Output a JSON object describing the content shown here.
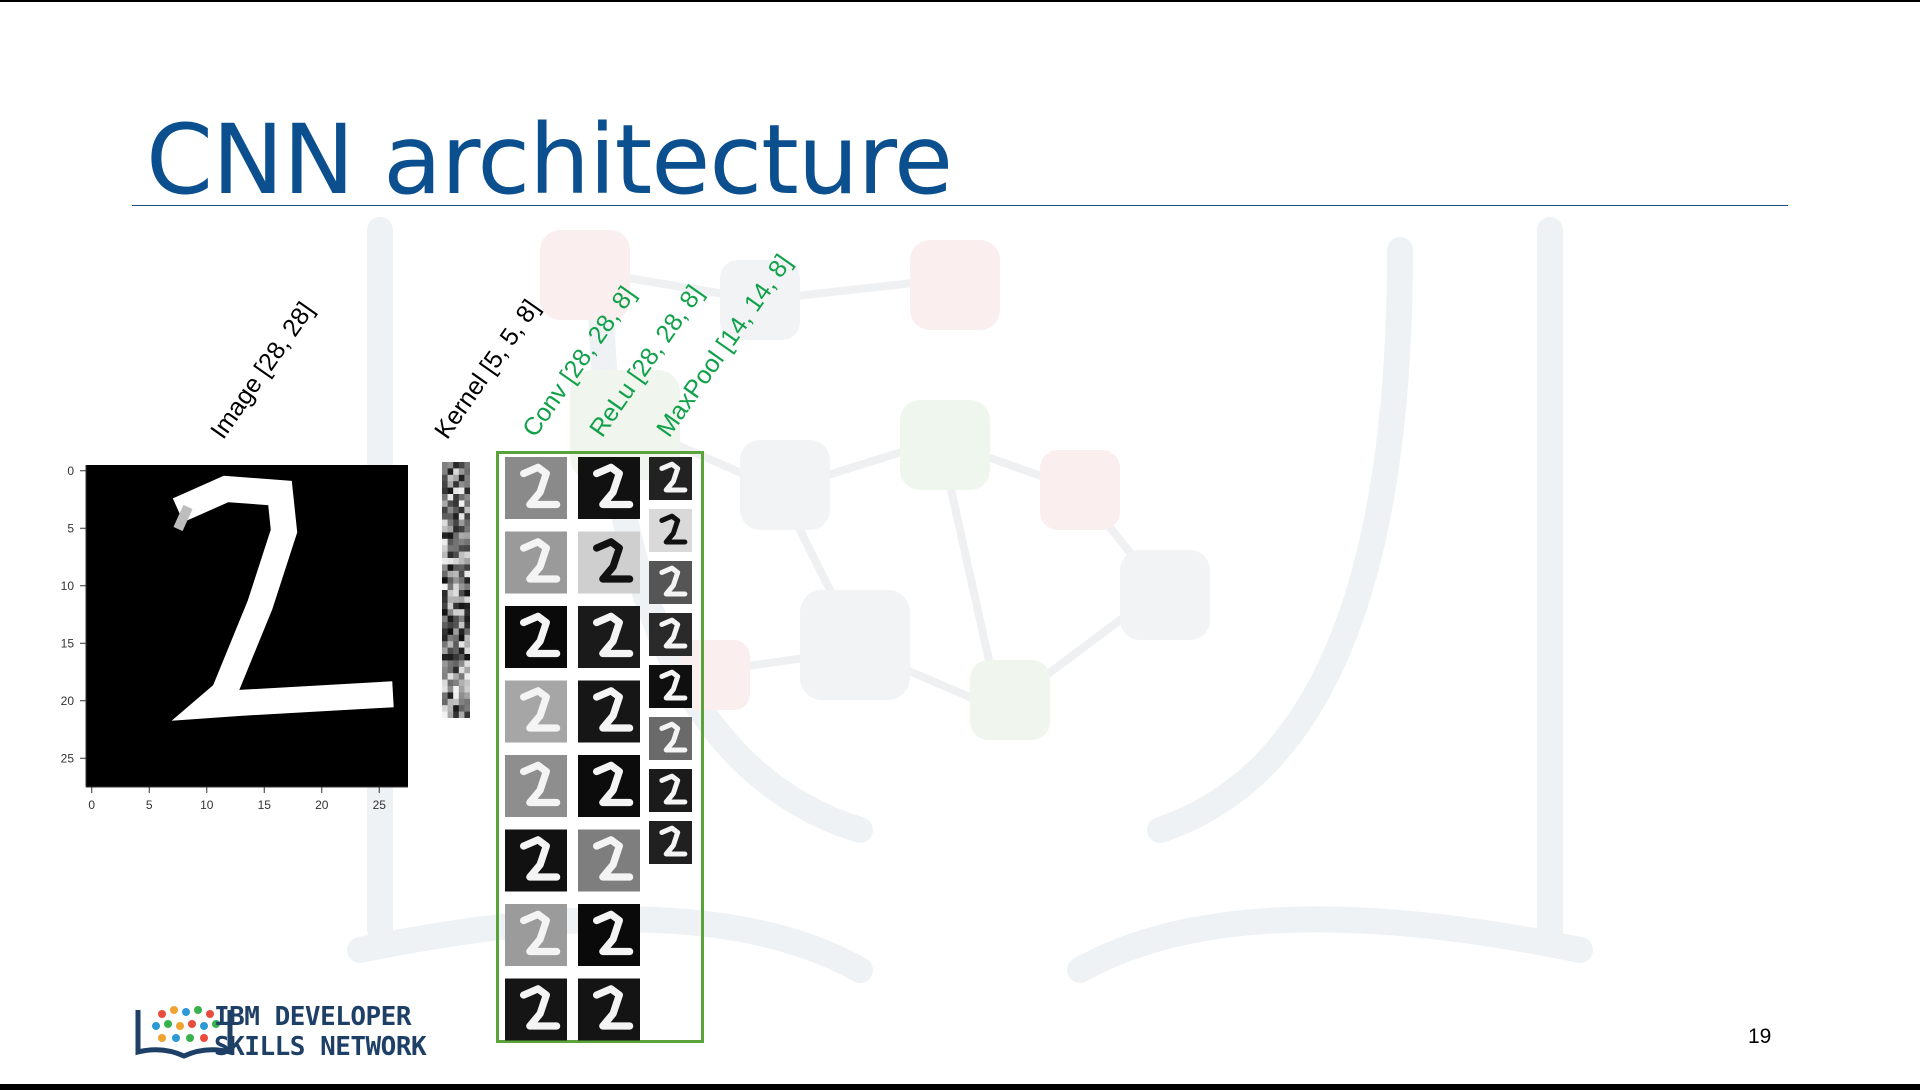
{
  "slide": {
    "title": "CNN architecture",
    "page_number": "19"
  },
  "labels": {
    "image": "Image [28, 28]",
    "kernel": "Kernel [5, 5, 8]",
    "conv": "Conv [28, 28, 8]",
    "relu": "ReLu [28, 28, 8]",
    "maxpool": "MaxPool [14, 14, 8]"
  },
  "digit_plot": {
    "x_ticks": [
      "0",
      "5",
      "10",
      "15",
      "20",
      "25"
    ],
    "y_ticks": [
      "0",
      "5",
      "10",
      "15",
      "20",
      "25"
    ]
  },
  "feature_maps": {
    "conv_count": 8,
    "relu_count": 8,
    "maxpool_count": 8,
    "conv_backgrounds": [
      "#8a8a8a",
      "#9a9a9a",
      "#0a0a0a",
      "#a6a6a6",
      "#8e8e8e",
      "#111111",
      "#9b9b9b",
      "#151515"
    ],
    "relu_backgrounds": [
      "#111111",
      "#cfcfcf",
      "#1a1a1a",
      "#161616",
      "#0c0c0c",
      "#7e7e7e",
      "#0a0a0a",
      "#141414"
    ],
    "maxpool_backgrounds": [
      "#222222",
      "#d9d9d9",
      "#555555",
      "#2a2a2a",
      "#0f0f0f",
      "#6a6a6a",
      "#1b1b1b",
      "#202020"
    ]
  },
  "logo": {
    "line1": "IBM DEVELOPER",
    "line2": "SKILLS NETWORK"
  },
  "colors": {
    "title": "#0b4f8f",
    "green_labels": "#10a14a",
    "box_border": "#5aa23a"
  }
}
